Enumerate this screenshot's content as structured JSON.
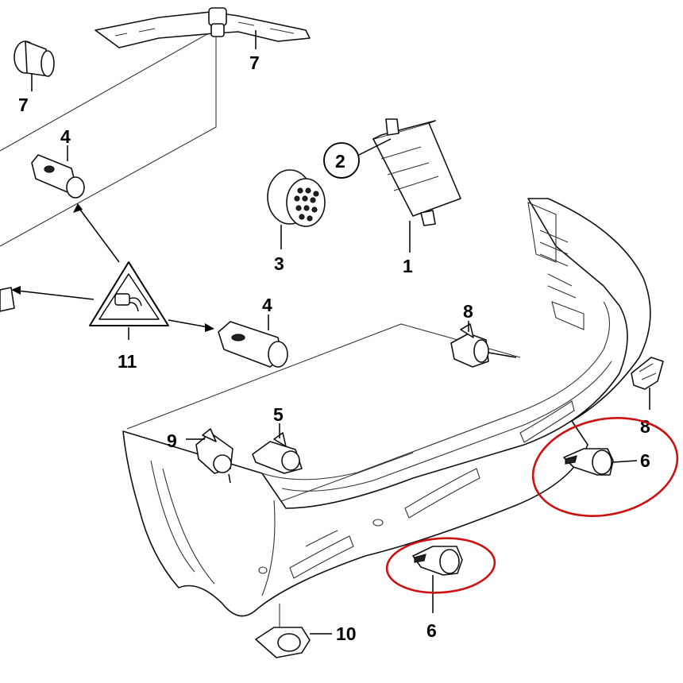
{
  "diagram": {
    "callouts": [
      {
        "id": "c1",
        "text": "1"
      },
      {
        "id": "c2",
        "text": "2"
      },
      {
        "id": "c3",
        "text": "3"
      },
      {
        "id": "c4a",
        "text": "4"
      },
      {
        "id": "c4b",
        "text": "4"
      },
      {
        "id": "c5",
        "text": "5"
      },
      {
        "id": "c6a",
        "text": "6"
      },
      {
        "id": "c6b",
        "text": "6"
      },
      {
        "id": "c7a",
        "text": "7"
      },
      {
        "id": "c7b",
        "text": "7"
      },
      {
        "id": "c8a",
        "text": "8"
      },
      {
        "id": "c8b",
        "text": "8"
      },
      {
        "id": "c9",
        "text": "9"
      },
      {
        "id": "c10",
        "text": "10"
      },
      {
        "id": "c11",
        "text": "11"
      }
    ],
    "highlight_color": "#cc1111"
  }
}
